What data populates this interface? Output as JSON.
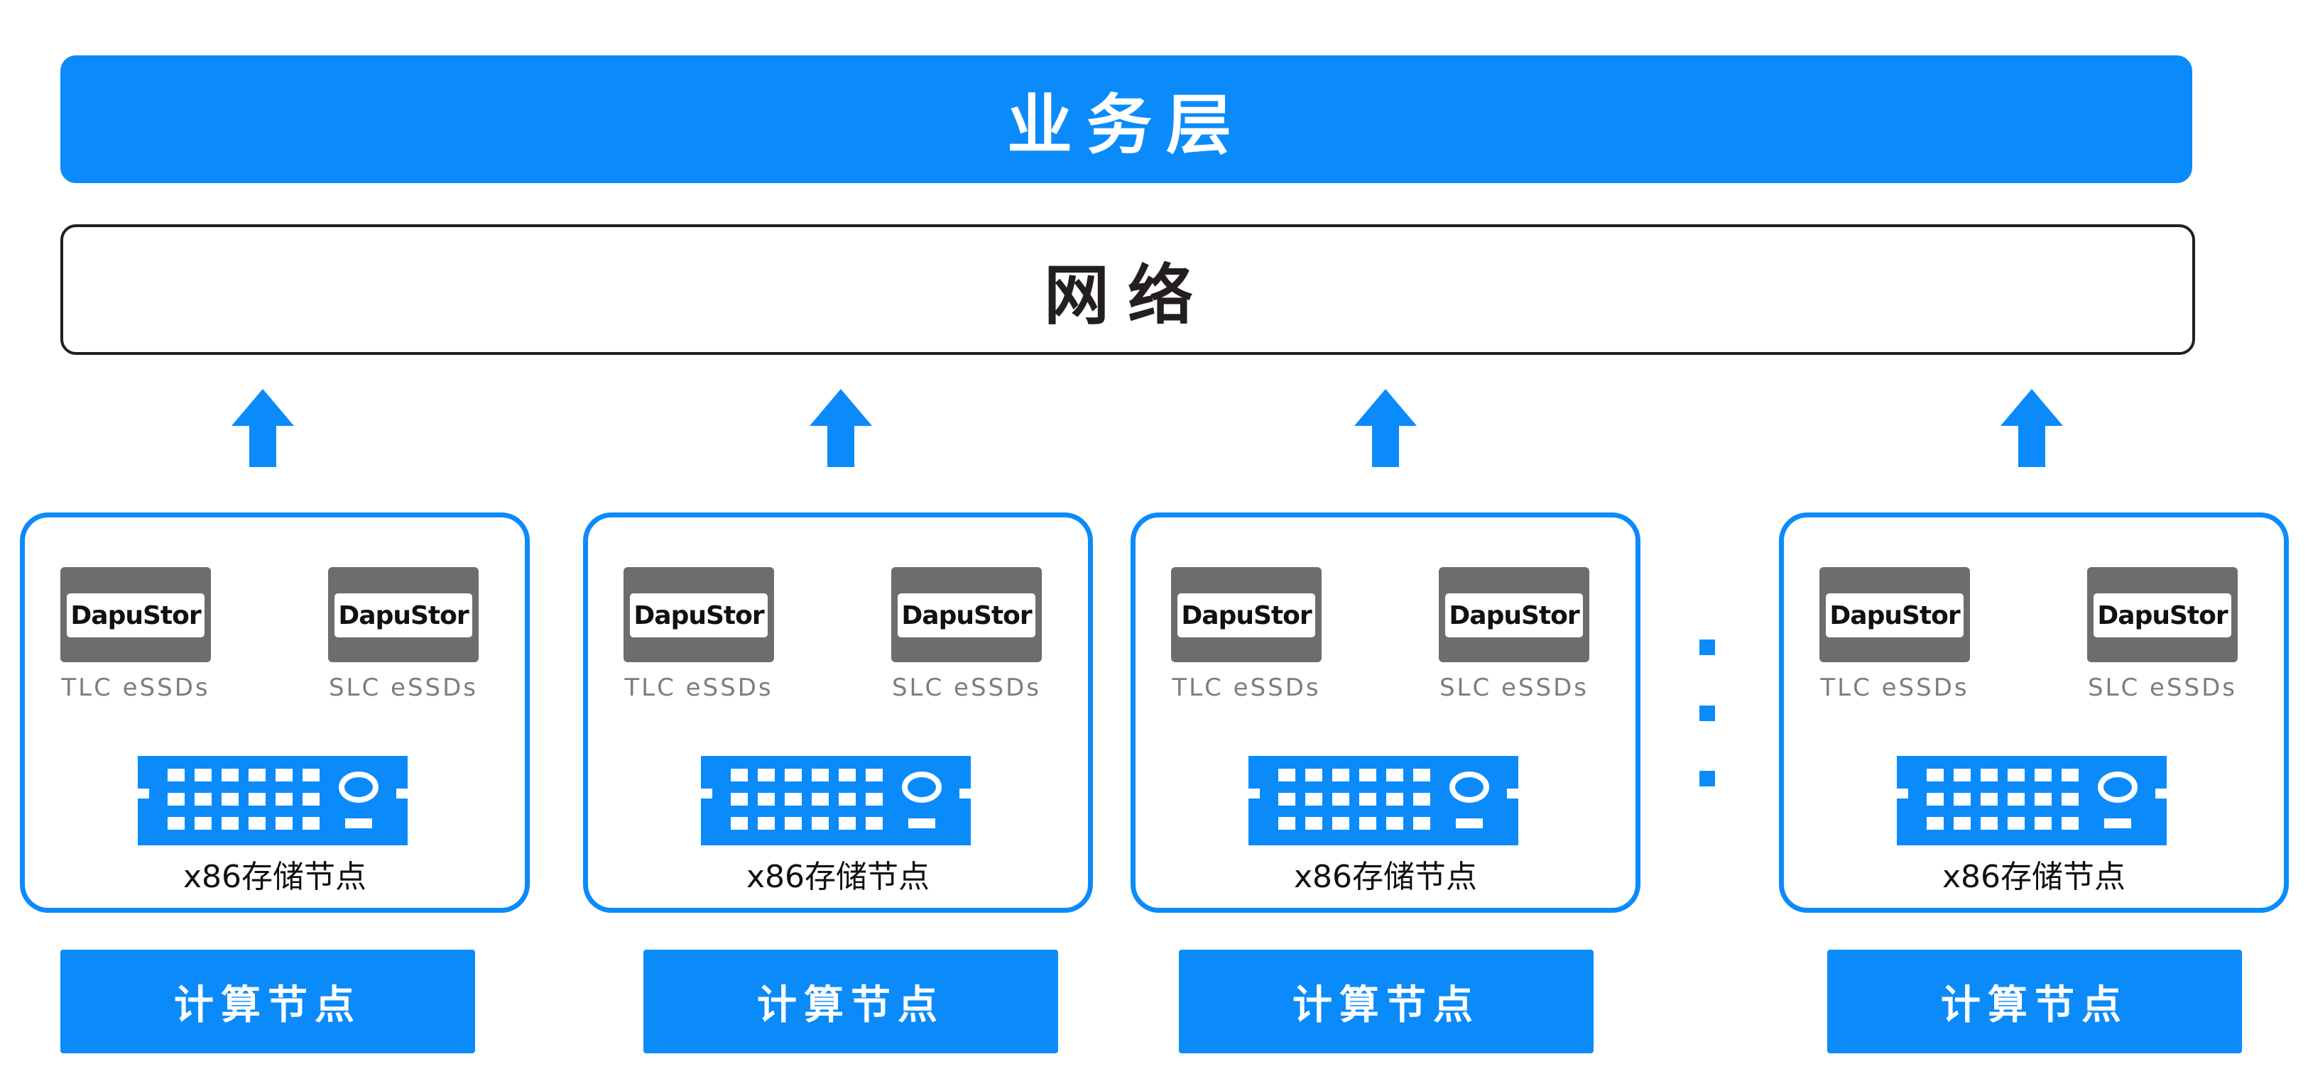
{
  "service_layer": "业务层",
  "network_layer": "网络",
  "nodes": [
    {
      "ssd_brand_left": "DapuStor",
      "ssd_brand_right": "DapuStor",
      "tlc_label": "TLC eSSDs",
      "slc_label": "SLC  eSSDs",
      "node_label": "x86存储节点",
      "compute_label": "计算节点"
    },
    {
      "ssd_brand_left": "DapuStor",
      "ssd_brand_right": "DapuStor",
      "tlc_label": "TLC eSSDs",
      "slc_label": "SLC  eSSDs",
      "node_label": "x86存储节点",
      "compute_label": "计算节点"
    },
    {
      "ssd_brand_left": "DapuStor",
      "ssd_brand_right": "DapuStor",
      "tlc_label": "TLC eSSDs",
      "slc_label": "SLC  eSSDs",
      "node_label": "x86存储节点",
      "compute_label": "计算节点"
    },
    {
      "ssd_brand_left": "DapuStor",
      "ssd_brand_right": "DapuStor",
      "tlc_label": "TLC eSSDs",
      "slc_label": "SLC  eSSDs",
      "node_label": "x86存储节点",
      "compute_label": "计算节点"
    }
  ],
  "colors": {
    "accent": "#0b8bfa",
    "ssd_body": "#6d6d6d",
    "border_dark": "#231f20"
  },
  "icons": [
    "up-arrow-icon",
    "server-icon",
    "ssd-icon",
    "ellipsis-dots-icon"
  ]
}
